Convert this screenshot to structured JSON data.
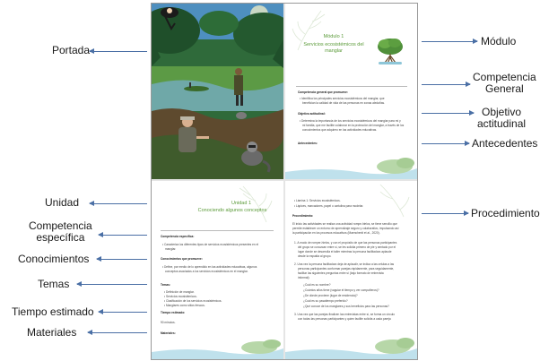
{
  "labels": {
    "portada": "Portada",
    "modulo": "Módulo",
    "competencia_general_1": "Competencia",
    "competencia_general_2": "General",
    "objetivo_actitudinal_1": "Objetivo",
    "objetivo_actitudinal_2": "actitudinal",
    "antecedentes": "Antecedentes",
    "unidad": "Unidad",
    "competencia_especifica_1": "Competencia",
    "competencia_especifica_2": "específica",
    "conocimientos": "Conocimientos",
    "temas": "Temas",
    "tiempo_estimado": "Tiempo estimado",
    "materiales": "Materiales",
    "procedimiento": "Procedimiento"
  },
  "page_top_right": {
    "module_title": "Módulo 1",
    "module_subtitle_1": "Servicios ecosistémicos del",
    "module_subtitle_2": "manglar",
    "competencia_heading": "Competencia general que promueve:",
    "competencia_text_1": "• Identifica los principales servicios ecosistémicos del manglar, que",
    "competencia_text_2": "benefician la calidad de vida de las personas en zonas aledañas.",
    "objetivo_heading": "Objetivo actitudinal:",
    "objetivo_text_1": "• Determina la importancia de los servicios ecosistémicos del manglar para mí y",
    "objetivo_text_2": "mi familia, que me facilite colaborar en la protección del manglar, a través de los",
    "objetivo_text_3": "conocimientos que adquiero en las actividades educativas.",
    "antecedentes_heading": "Antecedentes:"
  },
  "page_bottom_left": {
    "unit_title_1": "Unidad 1",
    "unit_title_2": "Conociendo algunos conceptos",
    "competencia_heading": "Competencia específica:",
    "competencia_text_1": "• Caracteriza los diferentes tipos de servicios ecosistémicos presentes en el",
    "competencia_text_2": "manglar.",
    "conocimientos_heading": "Conocimientos que promueve:",
    "conocimientos_text_1": "• Define, por medio de lo aprendido en las actividades educativas, algunos",
    "conocimientos_text_2": "conceptos asociados a los servicios ecosistémicos en el manglar.",
    "temas_heading": "Temas:",
    "tema_1": "• Definición de manglar.",
    "tema_2": "• Servicios ecosistémicos.",
    "tema_3": "• Clasificación de los servicios ecosistémicos.",
    "tema_4": "• Manglares como sitios frescos.",
    "tiempo_heading": "Tiempo estimado:",
    "tiempo_value": "90 minutos.",
    "materiales_heading": "Materiales:"
  },
  "page_bottom_right": {
    "item_1": "• Lámina 1: Servicios ecosistémicos.",
    "item_2": "• Lápices, marcadores, papel o cartulina para modelar.",
    "procedimiento_heading": "Procedimiento:",
    "p1": "El inicio las actividades se realiza una actividad rompe-hielos, se tiene sencillo que",
    "p2": "permite establecer un entorno de aprendizaje seguro y colaborativo, impulsando así",
    "p3": "la participación en los procesos educativos (Maenchenit et al., 2020).",
    "s1": "1. A modo de romper-hielos, y con el propósito de que las personas participantes",
    "s2": "del grupo se conozcan entre sí, se les solicita primero de pie y sentado por el",
    "s3": "lugar donde se desarrolla el taller mientras la persona facilitadora aplaude",
    "s4": "desde la espalda al grupo.",
    "s5": "2. Una vez la persona facilitadora deja de aplaudir, se indica a las celulas a las",
    "s6": "personas participantes conformar parejas rápidamente, para seguidamente,",
    "s7": "facilitar las siguientes preguntas entre sí (bajo formato de entrevista",
    "s8": "informal):",
    "q1": "¿Cuál es su nombre?",
    "q2": "¿Cuántos años tiene (vaguiar el tiempo y ver compañeros)?",
    "q3": "¿De dónde proviene (lugar de residencia)?",
    "q4": "¿Cuál es su pasatiempo preferido?",
    "q5": "¿Qué conoce de los manglares y sus beneficios para las personas?",
    "s9": "3. Una vez que las parejas finalicen las entrevistas entre sí, se forma un círculo",
    "s10": "con todas las personas participantes y quien facilite solicita a cada pareja"
  }
}
